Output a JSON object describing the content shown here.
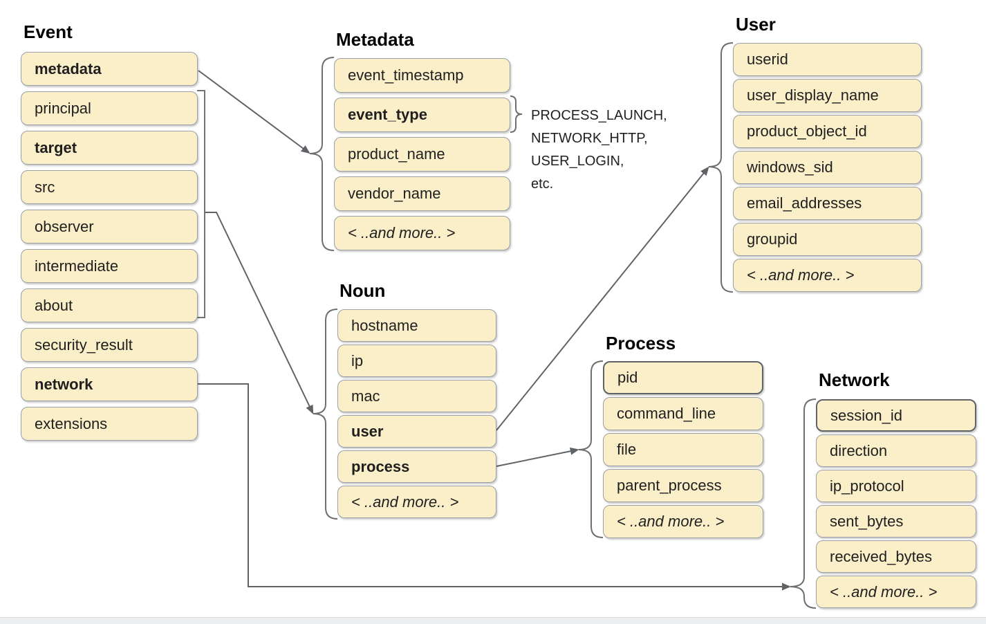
{
  "diagram": {
    "groups": {
      "event": {
        "title": "Event",
        "items": [
          {
            "label": "metadata",
            "bold": true
          },
          {
            "label": "principal"
          },
          {
            "label": "target",
            "bold": true
          },
          {
            "label": "src"
          },
          {
            "label": "observer"
          },
          {
            "label": "intermediate"
          },
          {
            "label": "about"
          },
          {
            "label": "security_result"
          },
          {
            "label": "network",
            "bold": true
          },
          {
            "label": "extensions"
          }
        ]
      },
      "metadata": {
        "title": "Metadata",
        "items": [
          {
            "label": "event_timestamp"
          },
          {
            "label": "event_type",
            "bold": true
          },
          {
            "label": "product_name"
          },
          {
            "label": "vendor_name"
          },
          {
            "label": "< ..and more.. >",
            "italic": true
          }
        ]
      },
      "noun": {
        "title": "Noun",
        "items": [
          {
            "label": "hostname"
          },
          {
            "label": "ip"
          },
          {
            "label": "mac"
          },
          {
            "label": "user",
            "bold": true
          },
          {
            "label": "process",
            "bold": true
          },
          {
            "label": "< ..and more.. >",
            "italic": true
          }
        ]
      },
      "user": {
        "title": "User",
        "items": [
          {
            "label": "userid"
          },
          {
            "label": "user_display_name"
          },
          {
            "label": "product_object_id"
          },
          {
            "label": "windows_sid"
          },
          {
            "label": "email_addresses"
          },
          {
            "label": "groupid"
          },
          {
            "label": "< ..and more.. >",
            "italic": true
          }
        ]
      },
      "process": {
        "title": "Process",
        "items": [
          {
            "label": "pid",
            "accent_border": true
          },
          {
            "label": "command_line"
          },
          {
            "label": "file"
          },
          {
            "label": "parent_process"
          },
          {
            "label": "< ..and more.. >",
            "italic": true
          }
        ]
      },
      "network": {
        "title": "Network",
        "items": [
          {
            "label": "session_id",
            "accent_border": true
          },
          {
            "label": "direction"
          },
          {
            "label": "ip_protocol"
          },
          {
            "label": "sent_bytes"
          },
          {
            "label": "received_bytes"
          },
          {
            "label": "< ..and more.. >",
            "italic": true
          }
        ]
      }
    },
    "event_type_values": [
      "PROCESS_LAUNCH,",
      "NETWORK_HTTP,",
      "USER_LOGIN,",
      "etc."
    ],
    "colors": {
      "box_fill": "#FAEFC8",
      "box_border": "#9AA0A6",
      "box_border_dark": "#5F6368",
      "connector": "#666666",
      "text": "#1F1F1F",
      "footer_strip": "#ECEEF0"
    }
  }
}
